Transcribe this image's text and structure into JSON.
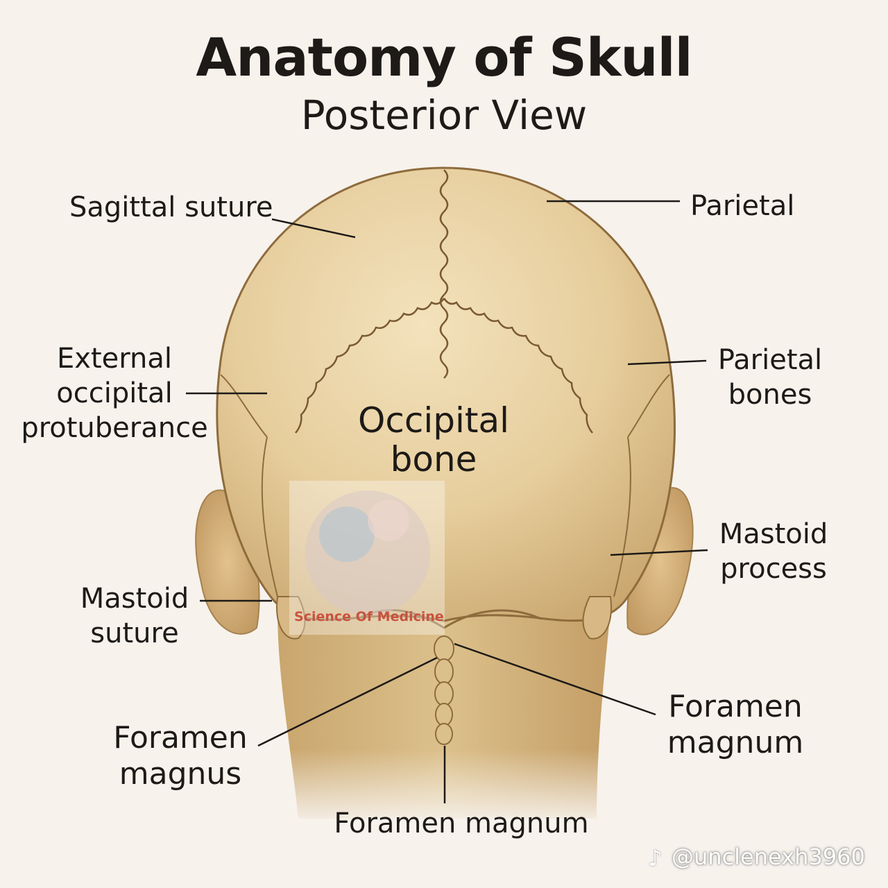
{
  "header": {
    "title": "Anatomy of Skull",
    "subtitle": "Posterior View"
  },
  "labels": {
    "sagittal_suture": "Sagittal suture",
    "parietal": "Parietal",
    "external_occipital_line1": "External",
    "external_occipital_line2": "occipital",
    "external_occipital_line3": "protuberance",
    "parietal_bones_line1": "Parietal",
    "parietal_bones_line2": "bones",
    "occipital_bone_line1": "Occipital",
    "occipital_bone_line2": "bone",
    "mastoid_process_line1": "Mastoid",
    "mastoid_process_line2": "process",
    "mastoid_suture_line1": "Mastoid",
    "mastoid_suture_line2": "suture",
    "foramen_magnus_line1": "Foramen",
    "foramen_magnus_line2": "magnus",
    "foramen_magnum_right_line1": "Foramen",
    "foramen_magnum_right_line2": "magnum",
    "foramen_magnum_bottom": "Foramen magnum"
  },
  "watermark": {
    "text": "Science Of Medicine"
  },
  "credit": {
    "icon": "tiktok-note-icon",
    "handle": "@unclenexh3960"
  },
  "colors": {
    "background": "#f7f2ec",
    "bone": "#e6cfa0",
    "bone_shadow": "#c9a873",
    "suture": "#7a5a33",
    "leader_line": "#1d1a17",
    "watermark": "#c9523e"
  }
}
